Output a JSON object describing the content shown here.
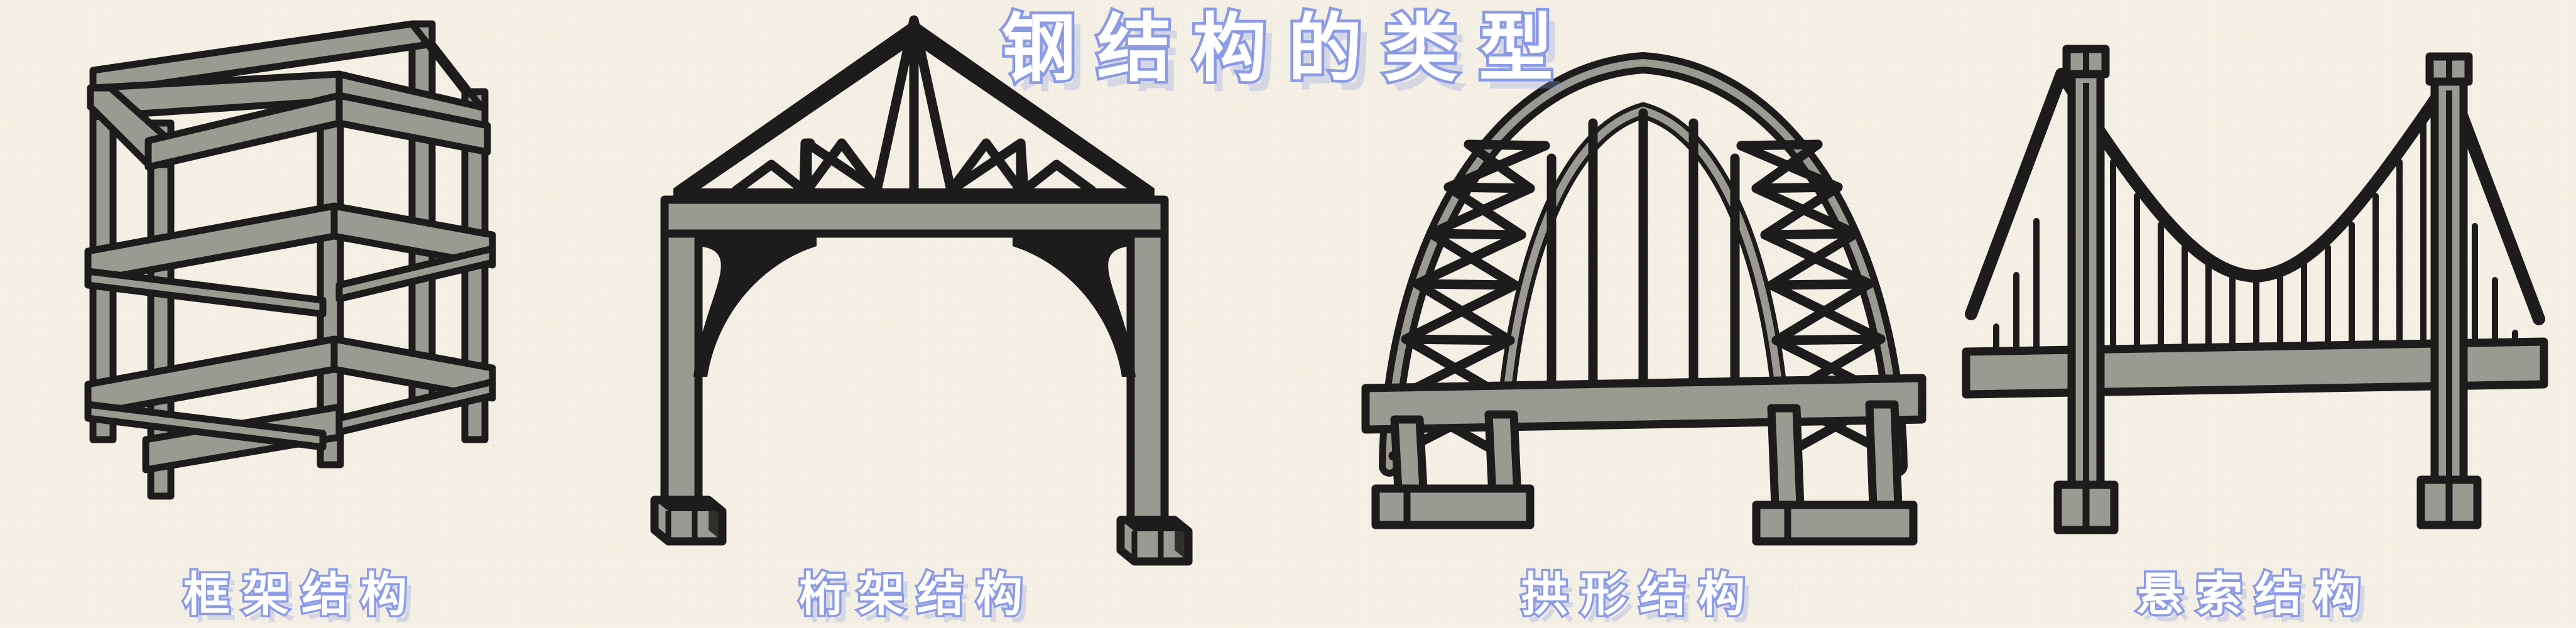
{
  "page": {
    "title": "钢结构的类型",
    "background_color": "#f5f0e5",
    "ink_color": "#1c1c1c",
    "steel_fill_color": "#9a9a92",
    "accent_outline_color": "#8b9ae8",
    "text_fill_color": "#ffffff"
  },
  "illustrations": [
    {
      "id": "frame-structure",
      "caption": "框架结构",
      "icon": "frame-structure-icon",
      "description": "三层钢框架立体图",
      "floors": 3,
      "columns": 4
    },
    {
      "id": "truss-structure",
      "caption": "桁架结构",
      "icon": "truss-structure-icon",
      "description": "人字形屋架桁架与两根立柱",
      "columns": 2,
      "web_pattern": "W"
    },
    {
      "id": "arch-structure",
      "caption": "拱形结构",
      "icon": "arch-structure-icon",
      "description": "双拱肋拱桥带X形腹杆与水平桥面",
      "arch_ribs": 2,
      "hangers": 5
    },
    {
      "id": "suspension-structure",
      "caption": "悬索结构",
      "icon": "suspension-bridge-icon",
      "description": "双塔悬索桥带主缆与吊索",
      "towers": 2,
      "hangers": 24
    }
  ]
}
